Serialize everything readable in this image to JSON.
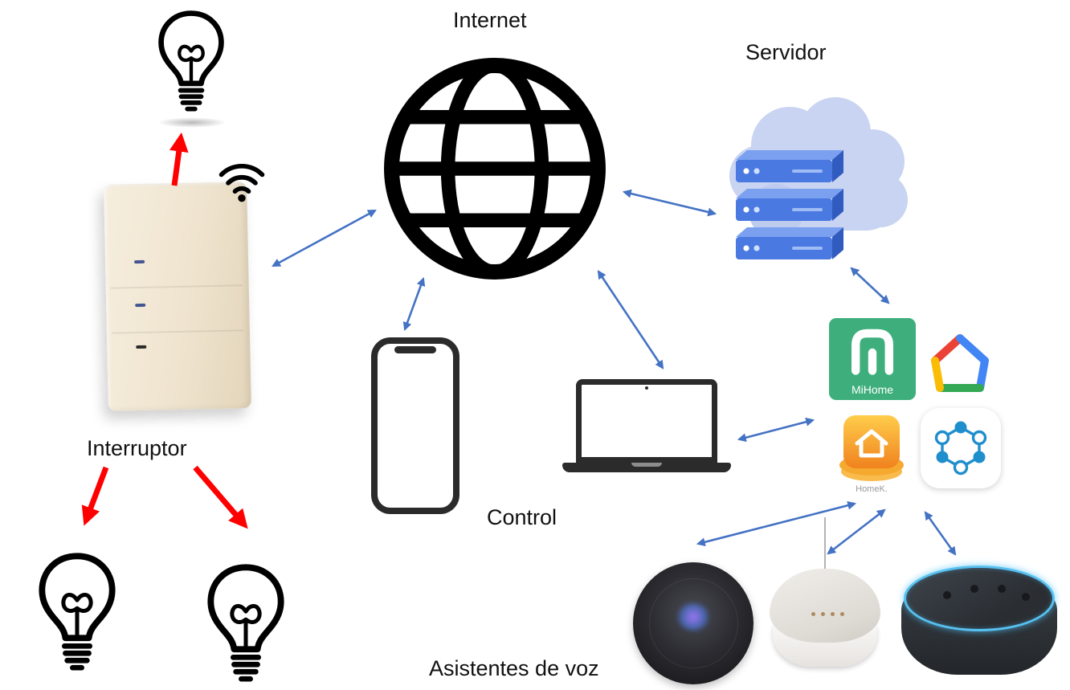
{
  "diagram": {
    "background": "#ffffff",
    "language": "es"
  },
  "labels": {
    "internet": "Internet",
    "servidor": "Servidor",
    "interruptor": "Interruptor",
    "control": "Control",
    "asistentes_de_voz": "Asistentes de voz"
  },
  "app_icons": {
    "mihome": {
      "label": "MiHome",
      "background": "#3EAF7C",
      "glyph_color": "#ffffff"
    },
    "google_home": {
      "red": "#EA4335",
      "blue": "#4285F4",
      "green": "#34A853",
      "yellow": "#FBBC05"
    },
    "homekit": {
      "label": "HomeK.",
      "gradient_top": "#FFCD4B",
      "gradient_bottom": "#F0821E"
    },
    "smartthings": {
      "node_color": "#1F8ECD",
      "background": "#ffffff"
    }
  },
  "devices": {
    "wall_switch": {
      "body_color": "#F0E5D1",
      "indicator_count": 3
    },
    "light_bulbs": {
      "count": 3,
      "color": "#000000"
    },
    "homepod": {
      "body_color": "#26262B"
    },
    "google_home_mini": {
      "body_color": "#E4E1DC"
    },
    "echo_dot": {
      "body_color": "#2C3136",
      "ring_color": "#4FC3F7"
    }
  },
  "icons": [
    {
      "name": "internet-globe-icon",
      "shape": "svg-globe",
      "color": "#000000"
    },
    {
      "name": "server-cloud-icon",
      "shape": "svg-cloud-with-server-stack",
      "cloud": "#C8D4F1",
      "servers": "#4A79E2"
    },
    {
      "name": "light-bulb-icon",
      "shape": "svg-bulb-outline",
      "color": "#000000"
    },
    {
      "name": "wifi-icon",
      "shape": "svg-wifi-arcs",
      "color": "#000000"
    },
    {
      "name": "smartphone-icon",
      "shape": "css-phone-outline",
      "color": "#2B2B2B"
    },
    {
      "name": "laptop-icon",
      "shape": "css-laptop-outline",
      "color": "#2B2B2B"
    }
  ],
  "colors": {
    "connection_arrow": "#4472C4",
    "action_arrow": "#FF0000",
    "line_icon": "#000000",
    "cloud_fill": "#C8D4F1",
    "server_fill": "#4A79E2"
  },
  "connections": [
    {
      "from": "interruptor",
      "to": "internet",
      "style": "double-arrow"
    },
    {
      "from": "internet",
      "to": "servidor",
      "style": "double-arrow"
    },
    {
      "from": "internet",
      "to": "smartphone",
      "style": "double-arrow"
    },
    {
      "from": "internet",
      "to": "laptop",
      "style": "double-arrow"
    },
    {
      "from": "servidor",
      "to": "apps",
      "style": "double-arrow"
    },
    {
      "from": "laptop",
      "to": "apps",
      "style": "double-arrow"
    },
    {
      "from": "apps",
      "to": "homepod",
      "style": "double-arrow"
    },
    {
      "from": "apps",
      "to": "google-home-mini",
      "style": "double-arrow"
    },
    {
      "from": "apps",
      "to": "echo-dot",
      "style": "double-arrow"
    },
    {
      "from": "interruptor",
      "to": "bombilla-superior",
      "style": "red-arrow"
    },
    {
      "from": "interruptor",
      "to": "bombilla-inferior-izquierda",
      "style": "red-arrow"
    },
    {
      "from": "interruptor",
      "to": "bombilla-inferior-derecha",
      "style": "red-arrow"
    }
  ]
}
